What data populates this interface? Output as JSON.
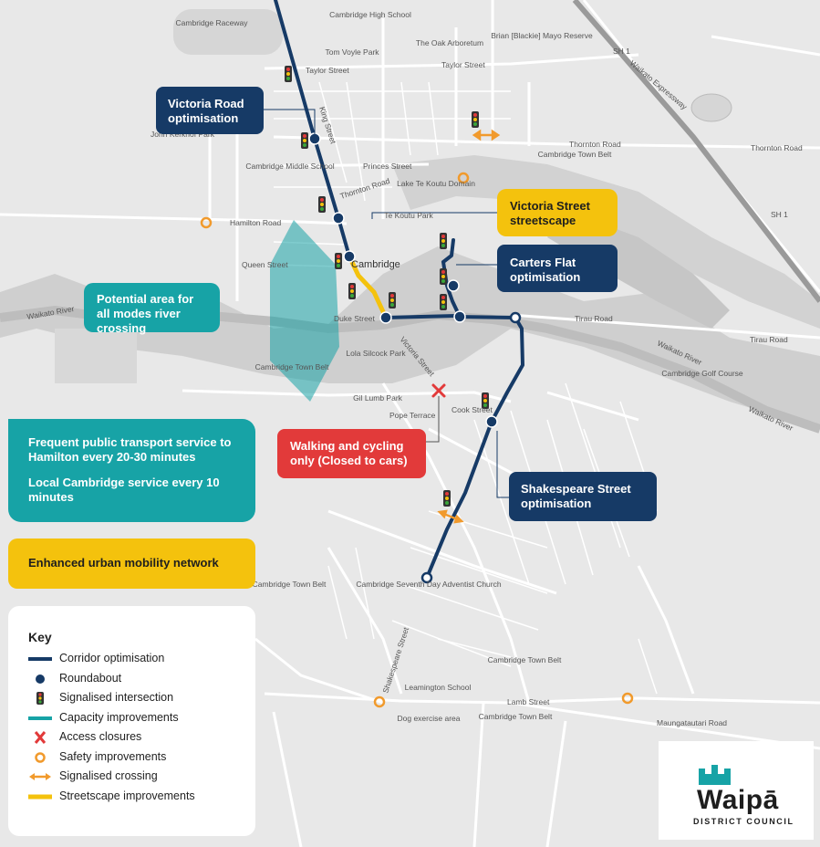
{
  "callouts": {
    "victoria_road": "Victoria Road optimisation",
    "victoria_street": "Victoria Street streetscape",
    "carters_flat": "Carters Flat optimisation",
    "river_crossing": "Potential area for all modes river crossing",
    "walking_cycling": "Walking and cycling only (Closed to cars)",
    "shakespeare": "Shakespeare Street optimisation",
    "transport_1": "Frequent public transport service to Hamilton every 20-30 minutes",
    "transport_2": "Local Cambridge service every 10 minutes",
    "mobility": "Enhanced urban mobility network"
  },
  "key": {
    "title": "Key",
    "items": [
      {
        "label": "Corridor optimisation",
        "symbol": "navy-line"
      },
      {
        "label": "Roundabout",
        "symbol": "navy-circle"
      },
      {
        "label": "Signalised intersection",
        "symbol": "traffic-light-icon"
      },
      {
        "label": "Capacity improvements",
        "symbol": "teal-line"
      },
      {
        "label": "Access closures",
        "symbol": "red-cross"
      },
      {
        "label": "Safety improvements",
        "symbol": "orange-circle"
      },
      {
        "label": "Signalised crossing",
        "symbol": "orange-arrows"
      },
      {
        "label": "Streetscape improvements",
        "symbol": "yellow-line"
      }
    ]
  },
  "logo": {
    "name": "Waipā",
    "subtitle": "DISTRICT COUNCIL"
  },
  "map_labels": {
    "cambridge_raceway": "Cambridge Raceway",
    "cambridge_high": "Cambridge High School",
    "tom_voyle": "Tom Voyle Park",
    "oak_arboretum": "The Oak Arboretum",
    "brian_mayo": "Brian [Blackie] Mayo Reserve",
    "sh1": "SH 1",
    "waikato_expressway": "Waikato Expressway",
    "taylor_street": "Taylor Street",
    "thornton_road": "Thornton Road",
    "cambridge_town_belt": "Cambridge Town Belt",
    "lake_te_koutu": "Lake Te Koutu Domain",
    "te_koutu_park": "Te Koutu Park",
    "john_kerkhof": "John Kerkhof Park",
    "cambridge_middle": "Cambridge Middle School",
    "hamilton_road": "Hamilton Road",
    "cambridge": "Cambridge",
    "tirau_road": "Tirau Road",
    "waikato_river": "Waikato River",
    "lola_silcock": "Lola Silcock Park",
    "gil_lumb": "Gil Lumb Park",
    "pope_terrace": "Pope Terrace",
    "cook_street": "Cook Street",
    "victoria_street": "Victoria Street",
    "cambridge_golf": "Cambridge Golf Course",
    "sda_church": "Cambridge Seventh Day Adventist Church",
    "leamington_school": "Leamington School",
    "lamb_street": "Lamb Street",
    "dog_exercise": "Dog exercise area",
    "maungatautari": "Maungatautari Road",
    "shakespeare_street": "Shakespeare Street",
    "duke_street": "Duke Street",
    "queen_street": "Queen Street",
    "princes_street": "Princes Street",
    "king_street": "King Street"
  },
  "colors": {
    "navy": "#163a66",
    "teal": "#17a3a6",
    "red": "#e23a3a",
    "yellow": "#f4c20d",
    "orange": "#f19a2c"
  }
}
